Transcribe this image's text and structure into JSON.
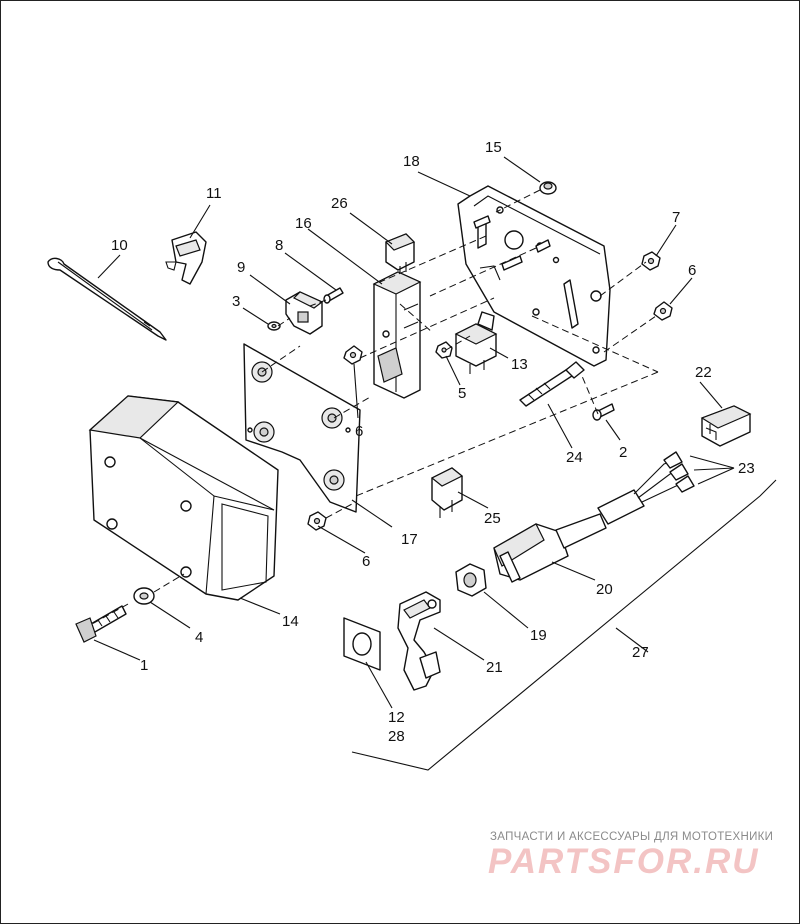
{
  "callouts": [
    {
      "id": "1",
      "label": "1"
    },
    {
      "id": "2",
      "label": "2"
    },
    {
      "id": "3",
      "label": "3"
    },
    {
      "id": "4",
      "label": "4"
    },
    {
      "id": "5",
      "label": "5"
    },
    {
      "id": "6a",
      "label": "6"
    },
    {
      "id": "6b",
      "label": "6"
    },
    {
      "id": "6c",
      "label": "6"
    },
    {
      "id": "7",
      "label": "7"
    },
    {
      "id": "8",
      "label": "8"
    },
    {
      "id": "9",
      "label": "9"
    },
    {
      "id": "10",
      "label": "10"
    },
    {
      "id": "11",
      "label": "11"
    },
    {
      "id": "12",
      "label": "12"
    },
    {
      "id": "13",
      "label": "13"
    },
    {
      "id": "14",
      "label": "14"
    },
    {
      "id": "15",
      "label": "15"
    },
    {
      "id": "16",
      "label": "16"
    },
    {
      "id": "17",
      "label": "17"
    },
    {
      "id": "18",
      "label": "18"
    },
    {
      "id": "19",
      "label": "19"
    },
    {
      "id": "20",
      "label": "20"
    },
    {
      "id": "21",
      "label": "21"
    },
    {
      "id": "22",
      "label": "22"
    },
    {
      "id": "23",
      "label": "23"
    },
    {
      "id": "24",
      "label": "24"
    },
    {
      "id": "25",
      "label": "25"
    },
    {
      "id": "26",
      "label": "26"
    },
    {
      "id": "27",
      "label": "27"
    },
    {
      "id": "28",
      "label": "28"
    }
  ],
  "watermark": {
    "tagline": "ЗАПЧАСТИ И АКСЕССУАРЫ ДЛЯ МОТОТЕХНИКИ",
    "logo": "PARTSFOR.RU"
  }
}
